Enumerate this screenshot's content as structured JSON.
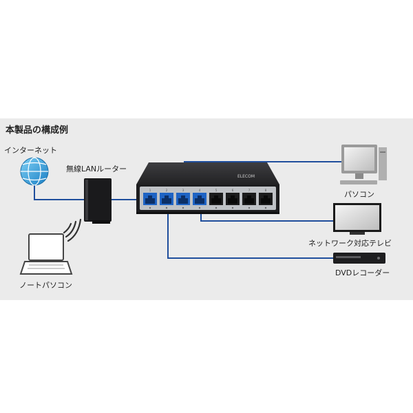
{
  "title": "本製品の構成例",
  "brand": "ELECOM",
  "labels": {
    "internet": "インターネット",
    "router": "無線LANルーター",
    "pc": "パソコン",
    "tv": "ネットワーク対応テレビ",
    "dvd": "DVDレコーダー",
    "laptop": "ノートパソコン"
  },
  "port_numbers": [
    "1",
    "2",
    "3",
    "4",
    "5",
    "6",
    "7",
    "8"
  ],
  "icons": {
    "internet": "globe-icon",
    "router": "wireless-router-icon",
    "switch": "network-switch-icon",
    "pc": "desktop-computer-icon",
    "tv": "television-icon",
    "dvd": "dvd-recorder-icon",
    "laptop": "laptop-icon",
    "wifi": "wifi-signal-icon"
  },
  "colors": {
    "cable": "#1f4e9c",
    "port_highlight": "#1e63c4",
    "switch_body": "#2b2b2d",
    "panel": "#ebebeb"
  }
}
